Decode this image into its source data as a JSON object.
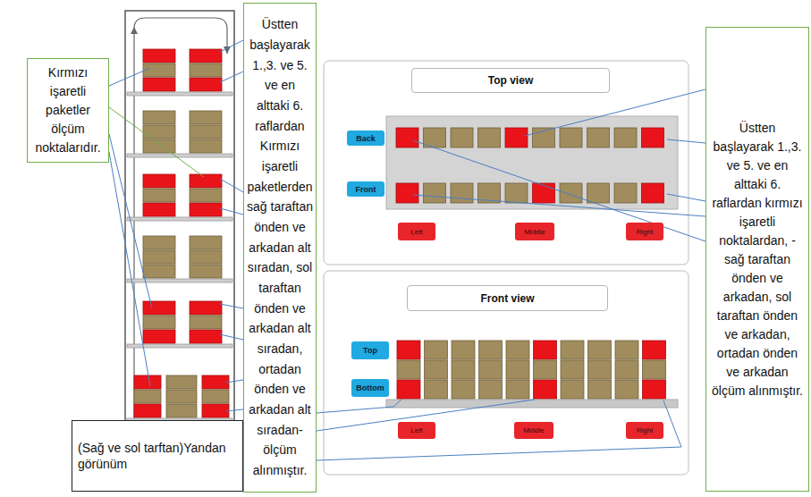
{
  "diagram": {
    "nodes": [
      {
        "text": [
          "Kırmızı işaretli paketler ölçüm noktalarıdır."
        ]
      },
      {
        "text": [
          "Üstten başlayarak 1.,3. ve 5. ve en alttaki 6. raflardan Kırmızı işaretli paketlerden sağ taraftan önden ve arkadan alt sıradan, sol taraftan önden ve arkadan alt sıradan, ortadan önden ve arkadan alt sıradan- ölçüm alınmıştır."
        ]
      },
      {
        "text": [
          "(Sağ ve sol tarftan)Yandan görünüm"
        ]
      },
      {
        "text": [
          "Top view"
        ]
      },
      {
        "text": [
          "Back"
        ]
      },
      {
        "text": [
          "Front"
        ]
      },
      {
        "text": [
          "Left"
        ]
      },
      {
        "text": [
          "Middle"
        ]
      },
      {
        "text": [
          "Right"
        ]
      },
      {
        "text": [
          "Front view"
        ]
      },
      {
        "text": [
          "Top"
        ]
      },
      {
        "text": [
          "Bottom"
        ]
      },
      {
        "text": [
          "Left"
        ]
      },
      {
        "text": [
          "Middle"
        ]
      },
      {
        "text": [
          "Right"
        ]
      },
      {
        "text": [
          "Üstten başlayarak 1.,3. ve 5. ve en alttaki 6. raflardan kırmızı işaretli noktalardan, -sağ taraftan önden ve arkadan, sol taraftan önden ve arkadan, ortadan önden ve arkadan ölçüm alınmıştır."
        ]
      }
    ]
  }
}
